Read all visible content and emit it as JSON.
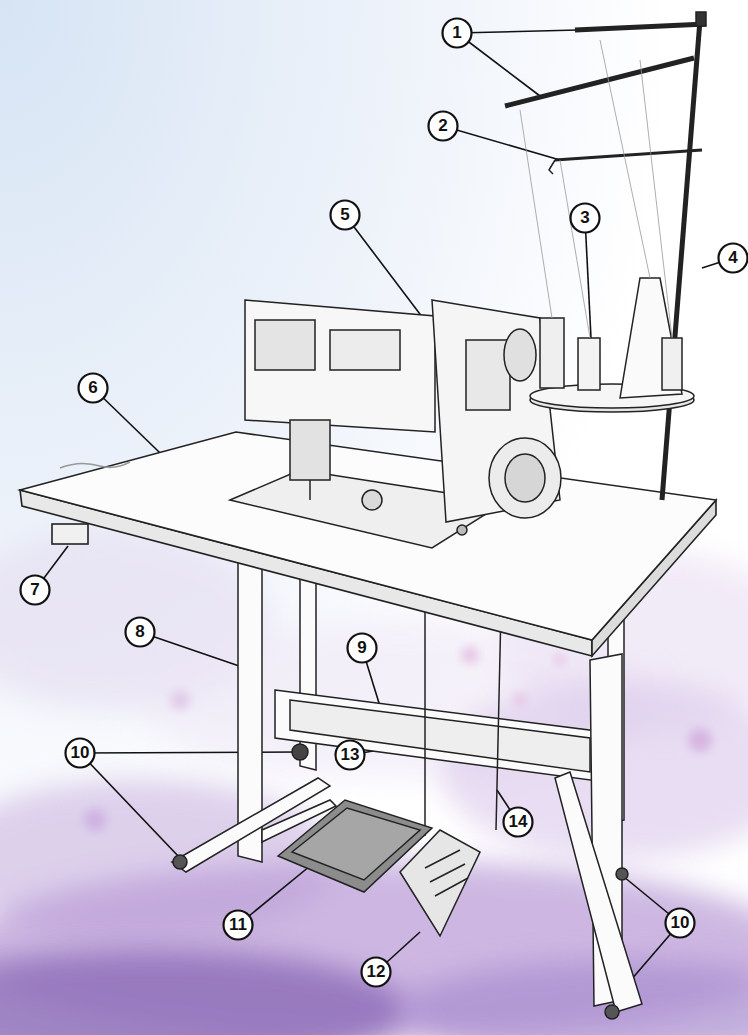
{
  "diagram": {
    "nodes": [
      {
        "text": [
          "1"
        ]
      },
      {
        "text": [
          "2"
        ]
      },
      {
        "text": [
          "5"
        ]
      },
      {
        "text": [
          "3"
        ]
      },
      {
        "text": [
          "4"
        ]
      },
      {
        "text": [
          "6"
        ]
      },
      {
        "text": [
          "7"
        ]
      },
      {
        "text": [
          "8"
        ]
      },
      {
        "text": [
          "9"
        ]
      },
      {
        "text": [
          "10"
        ]
      },
      {
        "text": [
          "13"
        ]
      },
      {
        "text": [
          "14"
        ]
      },
      {
        "text": [
          "10"
        ]
      },
      {
        "text": [
          "11"
        ]
      },
      {
        "text": [
          "12"
        ]
      }
    ]
  }
}
